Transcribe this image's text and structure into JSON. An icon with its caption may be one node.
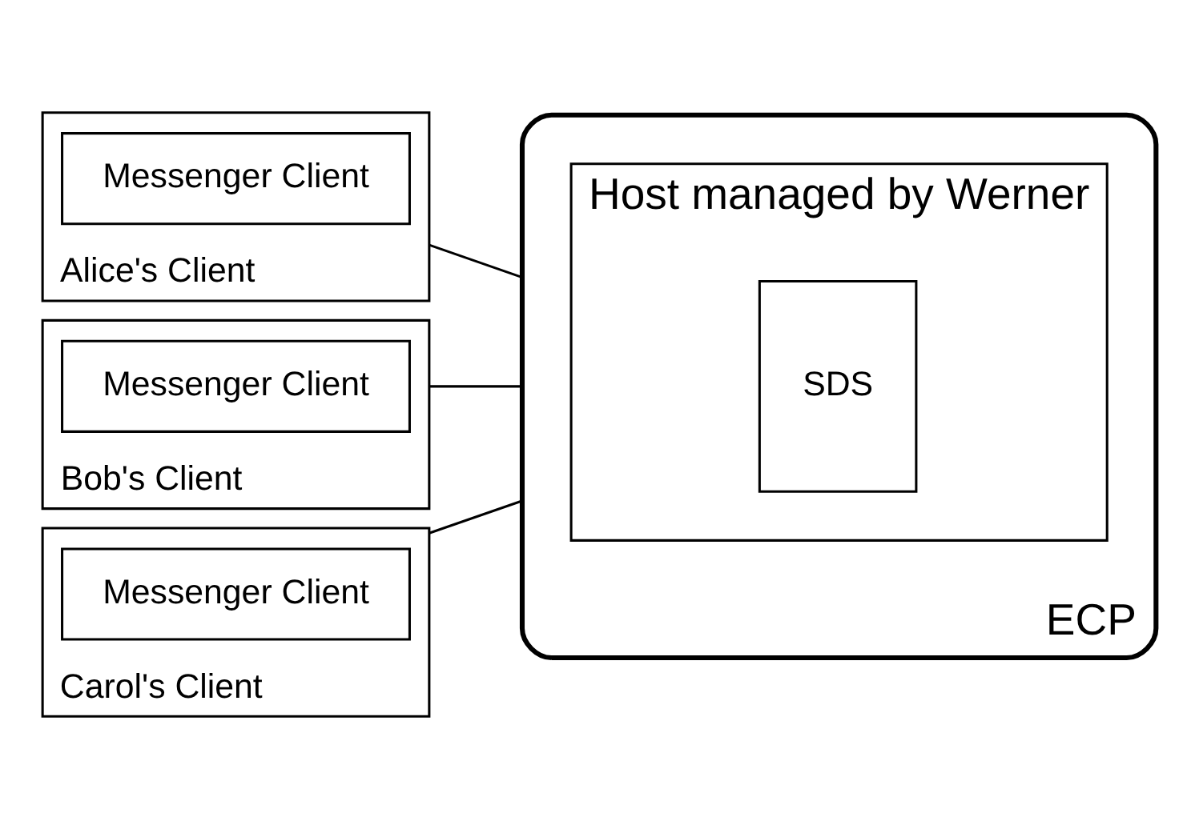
{
  "diagram": {
    "nodes": [
      {
        "text": [
          "Alice's Client"
        ]
      },
      {
        "text": [
          "Messenger Client"
        ],
        "in": 0
      },
      {
        "text": [
          "ECP"
        ]
      },
      {
        "text": [
          "Host managed by Werner"
        ],
        "in": 2
      },
      {
        "text": [
          "SDS"
        ],
        "in": 3
      },
      {
        "text": [
          "Bob's Client"
        ]
      },
      {
        "text": [
          "Messenger Client"
        ],
        "in": 5
      },
      {
        "text": [
          "Carol's Client"
        ]
      },
      {
        "text": [
          "Messenger Client"
        ],
        "in": 7
      }
    ],
    "edges": [
      {
        "from": 0,
        "to": 2,
        "arrow": "none"
      },
      {
        "from": 5,
        "to": 2,
        "arrow": "none"
      },
      {
        "from": 7,
        "to": 2,
        "arrow": "none"
      }
    ]
  }
}
